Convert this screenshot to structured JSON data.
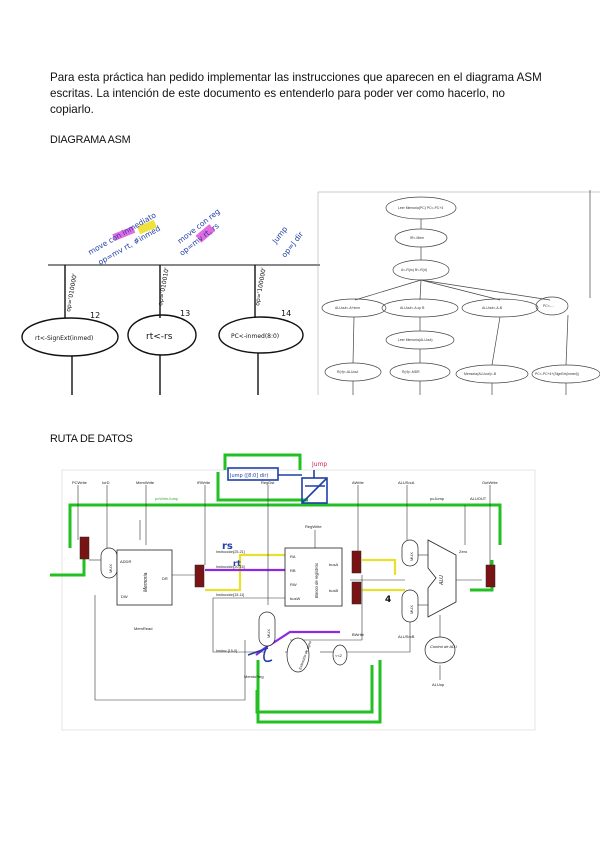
{
  "document": {
    "intro": "Para esta práctica han pedido implementar las instrucciones que aparecen en el diagrama ASM escritas. La intención de este documento es entenderlo para poder ver como hacerlo, no copiarlo.",
    "heading_asm": "DIAGRAMA ASM",
    "heading_datapath": "RUTA DE DATOS"
  },
  "asm": {
    "handwritten": {
      "state_12": "rt<-SignExt(inmed)",
      "state_13": "rt<-rs",
      "state_14": "PC<-inmed(8:0)",
      "num_12": "12",
      "num_13": "13",
      "num_14": "14",
      "op_12": "op='010000'",
      "op_13": "op='010010'",
      "op_14": "op='100000'",
      "note_12a": "move con inmediato",
      "note_12b": "op=mv rt, #inmed",
      "note_13a": "move con reg",
      "note_13b": "op=mv rt, rs",
      "note_14a": "Jump",
      "note_14b": "op=J dir"
    },
    "printed": {
      "s0": "Leer Memoria(PC) PC<-PC+4",
      "s1": "IR<-Mem",
      "s2": "A<-R(rs) B<-R(rt)",
      "s3": "ALUout<-A+imm",
      "s4": "ALUout<-A op B",
      "s5": "ALUout<-A-B",
      "s6": "PC<-...",
      "s7": "Leer Memoria(ALUout)",
      "s8": "R(rt)<-ALUout",
      "s9": "R(rt)<-MDR",
      "s10": "Memoria(ALUout)<-B",
      "s11": "PC<-PC+4+(SignExt(inmed))"
    }
  },
  "datapath": {
    "signals_top": [
      "PCWrite",
      "IorD",
      "MemWrite",
      "IRWrite",
      "RegDst",
      "AWrite",
      "ALUSrcA",
      "OutWrite"
    ],
    "reg_write": "RegWrite",
    "memory": "Memoria",
    "memory_ports": [
      "ADDR",
      "DW",
      "DR"
    ],
    "mem_read": "MemRead",
    "regfile": "Banco de registros",
    "regfile_ports": [
      "RA",
      "RB",
      "RW",
      "busW",
      "busA",
      "busB"
    ],
    "instr_fields": [
      "Instrucción[25-21]",
      "Instrucción[20-16]",
      "Instrucción[15-11]",
      "Instruc.[15-0]"
    ],
    "alu": "ALU",
    "zero": "Zero",
    "alu_out": "ALUOUT",
    "alu_control": "Control de ALU",
    "alu_op": "ALUop",
    "b_write": "BWrite",
    "alu_src_b": "ALUSrcB",
    "mem_to_reg": "MemtoReg",
    "sign_ext": "Extensión de signo",
    "shift": "<<2",
    "mux": "MUX",
    "jump_dest": "pcJump",
    "hand_jump_dir": "Jump ([8:0] dir)",
    "hand_jump": "Jump",
    "hand_rs": "rs",
    "hand_rt": "rt",
    "hand_four": "4",
    "pc_write_jump": "pcWriteJump",
    "colors": {
      "green": "#22c022",
      "yellow": "#e8e030",
      "purple": "#8a2be2",
      "blue": "#1f3fa8",
      "dark_red": "#7a1414",
      "magenta": "#c23bd0"
    }
  }
}
